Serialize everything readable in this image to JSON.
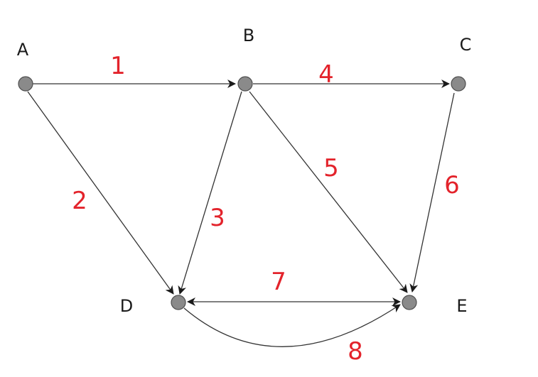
{
  "nodes": {
    "A": {
      "label": "A"
    },
    "B": {
      "label": "B"
    },
    "C": {
      "label": "C"
    },
    "D": {
      "label": "D"
    },
    "E": {
      "label": "E"
    }
  },
  "edges": [
    {
      "id": "e1",
      "from": "A",
      "to": "B",
      "label": "1",
      "bidirectional": false
    },
    {
      "id": "e2",
      "from": "A",
      "to": "D",
      "label": "2",
      "bidirectional": false
    },
    {
      "id": "e3",
      "from": "B",
      "to": "D",
      "label": "3",
      "bidirectional": false
    },
    {
      "id": "e4",
      "from": "B",
      "to": "C",
      "label": "4",
      "bidirectional": false
    },
    {
      "id": "e5",
      "from": "B",
      "to": "E",
      "label": "5",
      "bidirectional": false
    },
    {
      "id": "e6",
      "from": "C",
      "to": "E",
      "label": "6",
      "bidirectional": false
    },
    {
      "id": "e7",
      "from": "D",
      "to": "E",
      "label": "7",
      "bidirectional": true
    },
    {
      "id": "e8",
      "from": "D",
      "to": "E",
      "label": "8",
      "bidirectional": false
    }
  ],
  "colors": {
    "edge_label": "#e3232b",
    "node_fill": "#8a8a8a",
    "edge_stroke": "#333333"
  }
}
